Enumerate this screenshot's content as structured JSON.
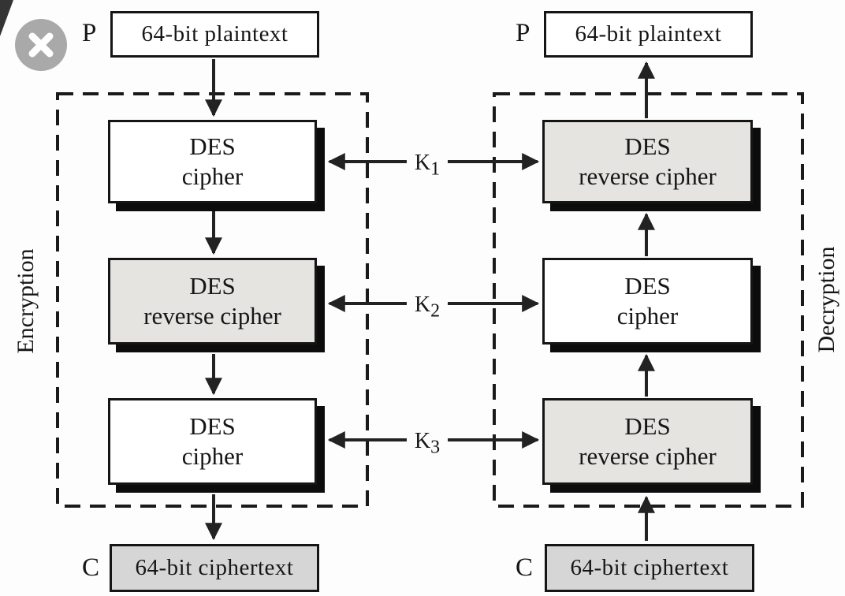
{
  "close_button": {
    "icon": "close-x"
  },
  "keys": [
    {
      "base": "K",
      "sub": "1"
    },
    {
      "base": "K",
      "sub": "2"
    },
    {
      "base": "K",
      "sub": "3"
    }
  ],
  "encryption": {
    "section_label": "Encryption",
    "plaintext_label": "P",
    "plaintext_text": "64-bit plaintext",
    "stages": [
      {
        "line1": "DES",
        "line2": "cipher"
      },
      {
        "line1": "DES",
        "line2": "reverse cipher"
      },
      {
        "line1": "DES",
        "line2": "cipher"
      }
    ],
    "ciphertext_label": "C",
    "ciphertext_text": "64-bit ciphertext"
  },
  "decryption": {
    "section_label": "Decryption",
    "plaintext_label": "P",
    "plaintext_text": "64-bit plaintext",
    "stages": [
      {
        "line1": "DES",
        "line2": "reverse cipher"
      },
      {
        "line1": "DES",
        "line2": "cipher"
      },
      {
        "line1": "DES",
        "line2": "reverse cipher"
      }
    ],
    "ciphertext_label": "C",
    "ciphertext_text": "64-bit ciphertext"
  },
  "colors": {
    "stage_fill_white": "#ffffff",
    "stage_fill_gray": "#e6e4e1",
    "output_fill_gray": "#d6d6d6",
    "box_border": "#151515",
    "box_shadow": "#0c0c0c",
    "dashed_border": "#1a1a1a",
    "arrow": "#222222",
    "close_button": "#a9a9a9",
    "close_icon": "#ffffff"
  }
}
